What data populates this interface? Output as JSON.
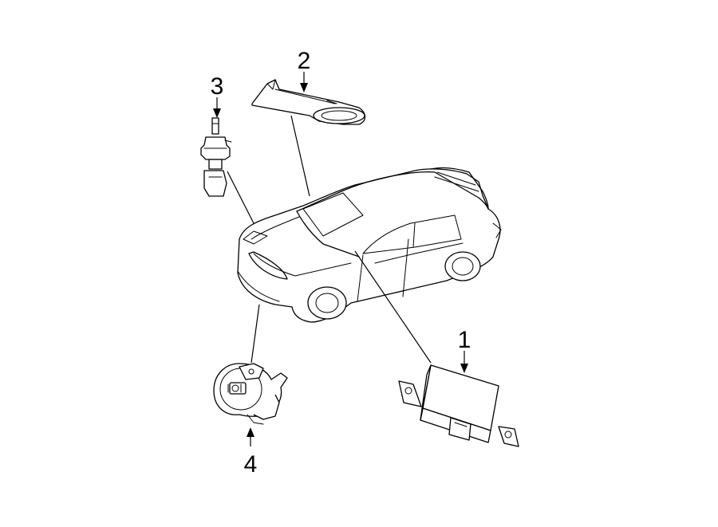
{
  "diagram": {
    "callouts": [
      {
        "id": "1",
        "label": "1"
      },
      {
        "id": "2",
        "label": "2"
      },
      {
        "id": "3",
        "label": "3"
      },
      {
        "id": "4",
        "label": "4"
      }
    ],
    "icons": {
      "vehicle": "sedan-outline-icon",
      "part_1": "control-module-icon",
      "part_2": "antenna-housing-icon",
      "part_3": "sensor-connector-icon",
      "part_4": "switch-assembly-icon"
    }
  }
}
